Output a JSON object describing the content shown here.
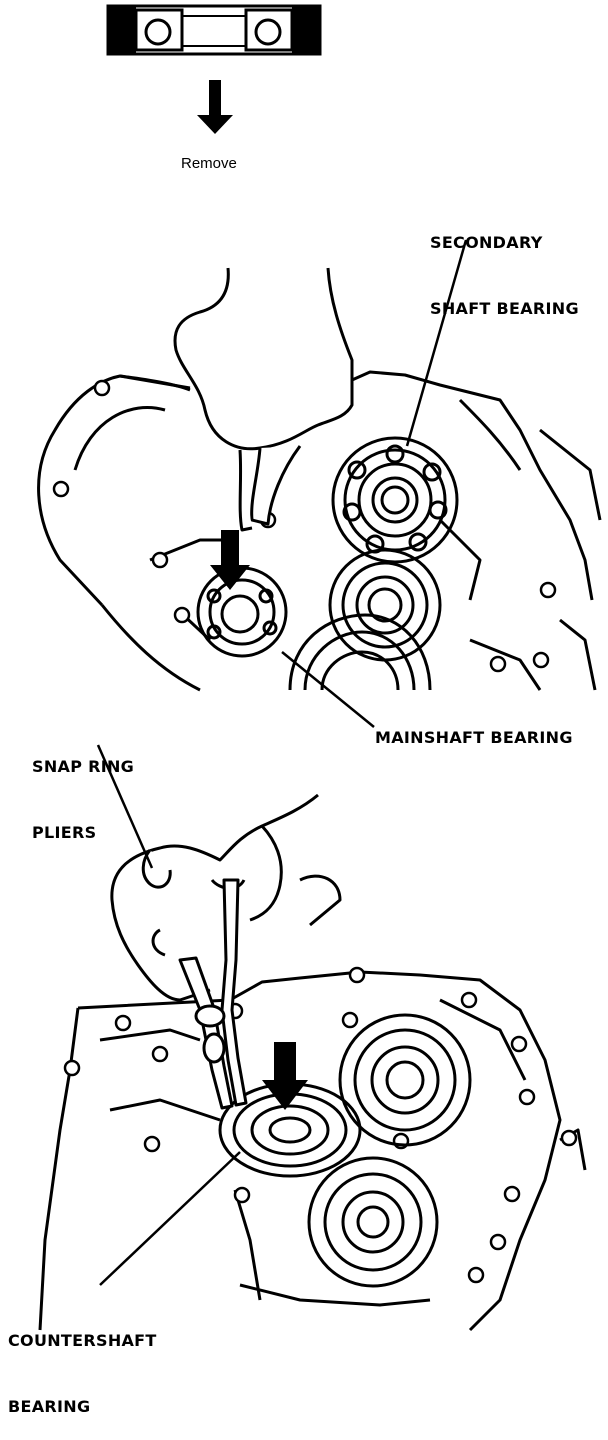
{
  "figure": {
    "remove_caption": "Remove",
    "labels": {
      "secondary_shaft_bearing": [
        "SECONDARY",
        "SHAFT BEARING"
      ],
      "mainshaft_bearing": "MAINSHAFT BEARING",
      "snap_ring_pliers": [
        "SNAP RING",
        "PLIERS"
      ],
      "countershaft_bearing": [
        "COUNTERSHAFT",
        "BEARING"
      ]
    }
  },
  "colors": {
    "ink": "#000000",
    "paper": "#ffffff"
  }
}
